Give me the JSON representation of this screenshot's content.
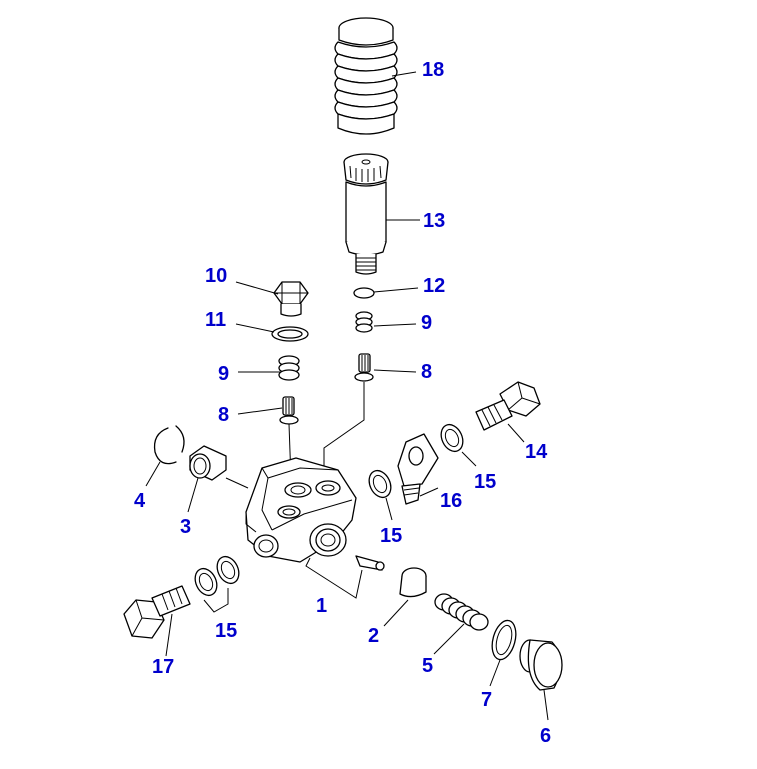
{
  "colors": {
    "callout": "#0000cc",
    "line": "#000000",
    "background": "#ffffff"
  },
  "callouts": {
    "c18": "18",
    "c13": "13",
    "c10": "10",
    "c12": "12",
    "c11": "11",
    "c9a": "9",
    "c9b": "9",
    "c8a": "8",
    "c8b": "8",
    "c14": "14",
    "c15a": "15",
    "c15b": "15",
    "c15c": "15",
    "c16": "16",
    "c4": "4",
    "c3": "3",
    "c1": "1",
    "c2": "2",
    "c5": "5",
    "c7": "7",
    "c6": "6",
    "c17": "17"
  }
}
